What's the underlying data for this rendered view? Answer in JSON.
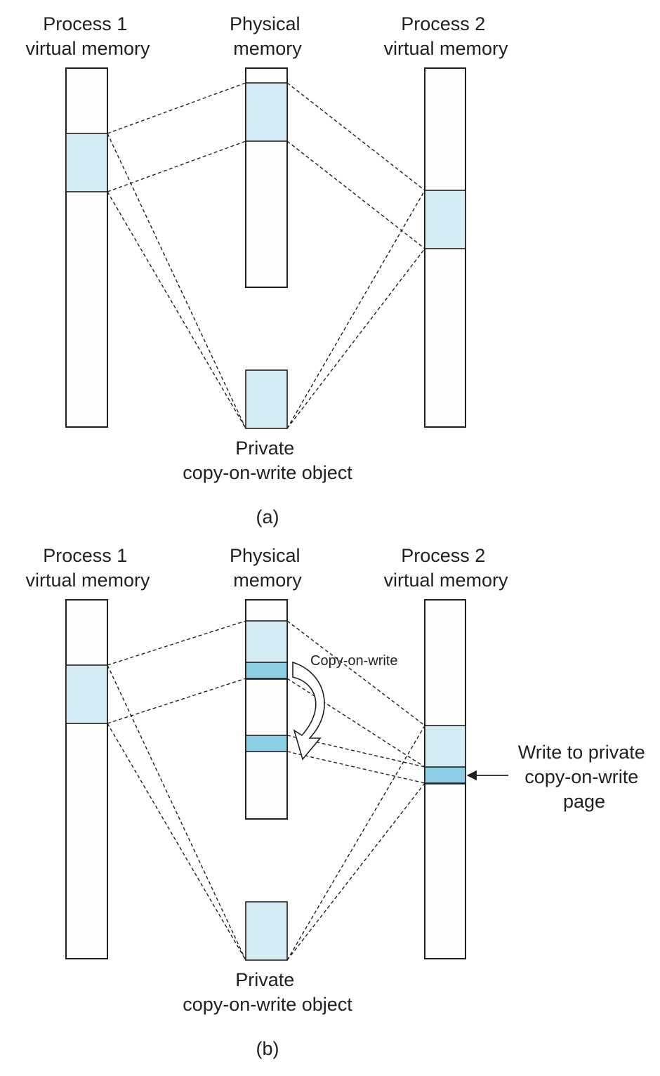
{
  "colors": {
    "page": "#d5ecf4",
    "page_written": "#8dd0e6",
    "outline": "#231f20"
  },
  "a": {
    "p1_label": [
      "Process 1",
      "virtual memory"
    ],
    "phys_label": [
      "Physical",
      "memory"
    ],
    "p2_label": [
      "Process 2",
      "virtual memory"
    ],
    "object_label": [
      "Private",
      "copy-on-write object"
    ],
    "caption": "(a)"
  },
  "b": {
    "p1_label": [
      "Process 1",
      "virtual memory"
    ],
    "phys_label": [
      "Physical",
      "memory"
    ],
    "p2_label": [
      "Process 2",
      "virtual memory"
    ],
    "object_label": [
      "Private",
      "copy-on-write object"
    ],
    "caption": "(b)",
    "cow_label": "Copy-on-write",
    "write_label": [
      "Write to private",
      "copy-on-write",
      "page"
    ]
  }
}
